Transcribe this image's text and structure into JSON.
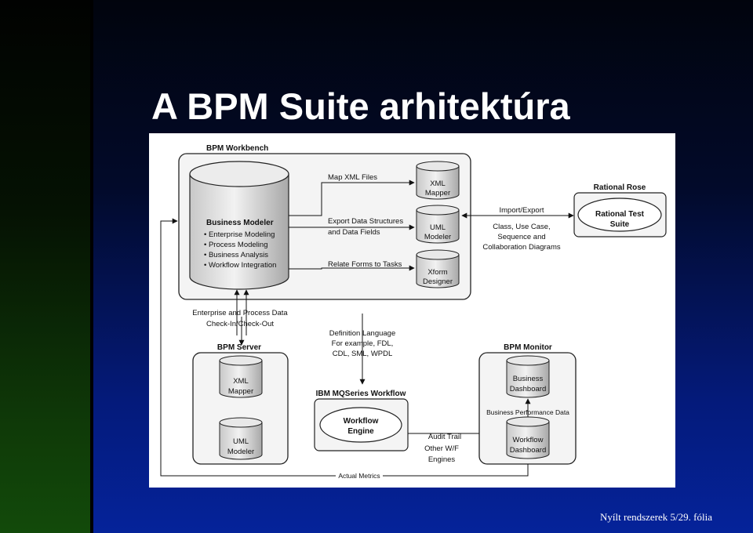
{
  "slide": {
    "title": "A BPM Suite arhitektúra",
    "footer": "Nyílt rendszerek  5/29. fólia"
  },
  "diagram": {
    "workbench_title": "BPM Workbench",
    "business_modeler": {
      "title": "Business Modeler",
      "items": [
        "• Enterprise Modeling",
        "• Process Modeling",
        "• Business Analysis",
        "• Workflow Integration"
      ]
    },
    "arrows": {
      "map_xml": "Map XML Files",
      "export_line1": "Export Data Structures",
      "export_line2": "and Data Fields",
      "relate_forms": "Relate Forms to Tasks",
      "import_export": "Import/Export",
      "class_line1": "Class, Use Case,",
      "class_line2": "Sequence and",
      "class_line3": "Collaboration Diagrams",
      "enterprise_line1": "Enterprise and Process Data",
      "enterprise_line2": "Check-In/Check-Out",
      "definition_line1": "Definition Language",
      "definition_line2": "For example, FDL,",
      "definition_line3": "CDL, SML, WPDL",
      "audit_line1": "Audit Trail",
      "audit_line2": "Other W/F",
      "audit_line3": "Engines",
      "bpd": "Business Performance Data",
      "actual_metrics": "Actual Metrics"
    },
    "workbench_tools": {
      "xml_mapper": [
        "XML",
        "Mapper"
      ],
      "uml_modeler": [
        "UML",
        "Modeler"
      ],
      "xform_designer": [
        "Xform",
        "Designer"
      ]
    },
    "rational": {
      "title": "Rational Rose",
      "suite_line1": "Rational Test",
      "suite_line2": "Suite"
    },
    "server": {
      "title": "BPM Server",
      "xml_mapper": [
        "XML",
        "Mapper"
      ],
      "uml_modeler": [
        "UML",
        "Modeler"
      ]
    },
    "mqseries": {
      "title": "IBM MQSeries Workflow",
      "engine_line1": "Workflow",
      "engine_line2": "Engine"
    },
    "monitor": {
      "title": "BPM Monitor",
      "business_dashboard": [
        "Business",
        "Dashboard"
      ],
      "workflow_dashboard": [
        "Workflow",
        "Dashboard"
      ]
    }
  }
}
